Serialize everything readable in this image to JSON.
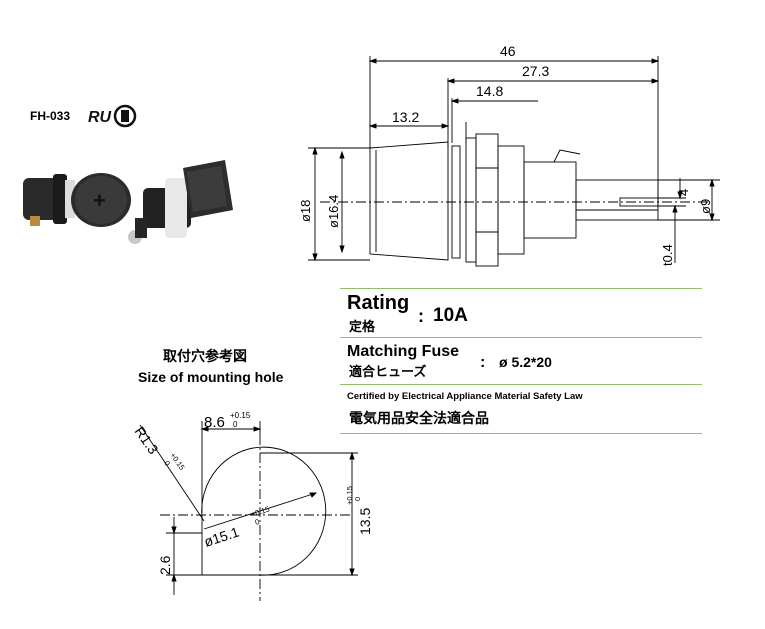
{
  "model": "FH-033",
  "ratings": {
    "rating_label": "Rating",
    "rating_jp": "定格",
    "separator": ":",
    "rating_value": "10A",
    "fuse_label": "Matching Fuse",
    "fuse_jp": "適合ヒューズ",
    "fuse_value": "ø 5.2*20",
    "cert_en": "Certified by Electrical Appliance Material Safety Law",
    "cert_jp": "電気用品安全法適合品",
    "rule_color": "#8fbf6a"
  },
  "mounting_hole": {
    "title_jp": "取付穴参考図",
    "title_en": "Size of mounting hole",
    "dim_width": "8.6",
    "dim_width_tol_upper": "+0.15",
    "dim_width_tol_lower": "0",
    "dim_radius": "R1.3",
    "dim_radius_tol_upper": "+0.15",
    "dim_radius_tol_lower": "0",
    "dim_diameter": "ø15.1",
    "dim_diameter_tol_upper": "+0.15",
    "dim_diameter_tol_lower": "0",
    "dim_height": "13.5",
    "dim_height_tol_upper": "+0.15",
    "dim_height_tol_lower": "0",
    "dim_key": "2.6"
  },
  "side_view": {
    "dim_total": "46",
    "dim_body": "27.3",
    "dim_flange": "14.8",
    "dim_cap": "13.2",
    "dim_cap_dia": "ø18",
    "dim_cap_inner": "ø16.4",
    "dim_terminal": "4",
    "dim_terminal_dia": "ø9",
    "dim_thickness": "t0.4"
  }
}
